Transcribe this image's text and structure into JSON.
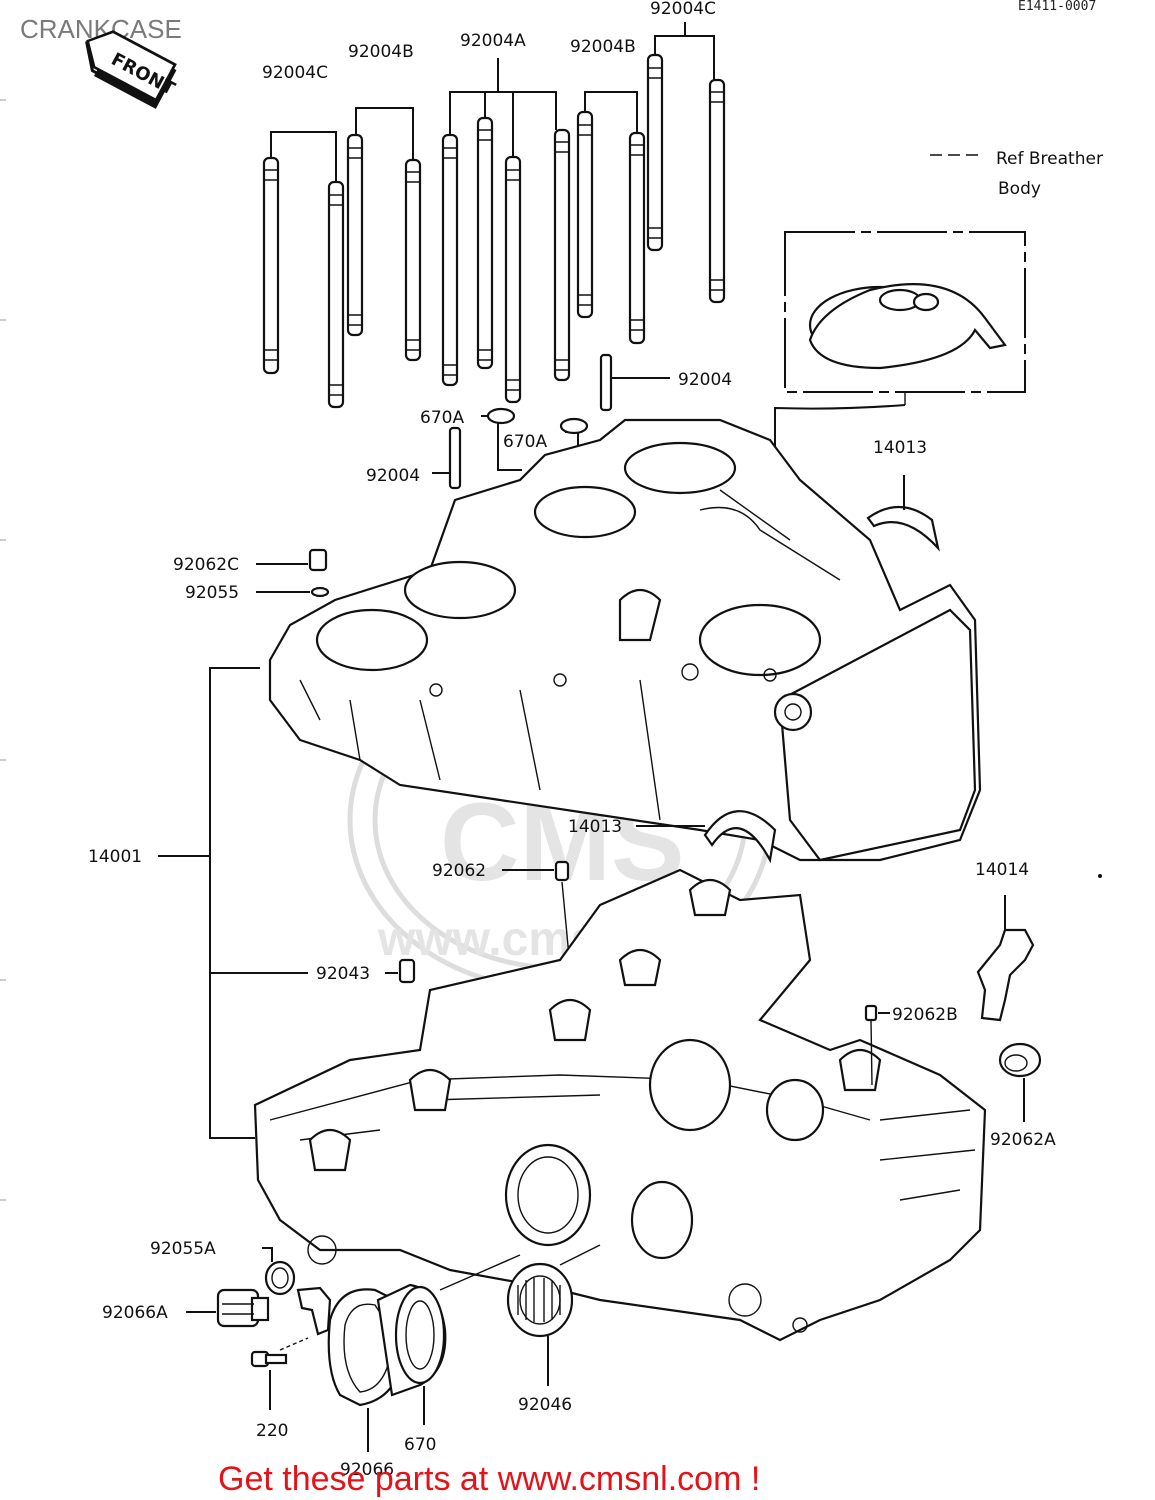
{
  "title": "CRANKCASE",
  "diagram_code": "E1411-0007",
  "front_badge": "FRONT",
  "breather_note": {
    "line1": "Ref Breather",
    "line2": "Body"
  },
  "watermark": {
    "brand": "CMS",
    "url": "www.cmsnl.com"
  },
  "promo_text": "Get these parts at www.cmsnl.com !",
  "labels": {
    "p92004C_left": "92004C",
    "p92004B_left": "92004B",
    "p92004A": "92004A",
    "p92004B_right": "92004B",
    "p92004C_right": "92004C",
    "p92004_right": "92004",
    "p670A_left": "670A",
    "p670A_mid": "670A",
    "p92004_left": "92004",
    "p14013_top": "14013",
    "p92062C": "92062C",
    "p92055": "92055",
    "p14001": "14001",
    "p14013_mid": "14013",
    "p92062": "92062",
    "p14014": "14014",
    "p92043": "92043",
    "p92062B": "92062B",
    "p92062A": "92062A",
    "p92055A": "92055A",
    "p92066A": "92066A",
    "p220": "220",
    "p92046": "92046",
    "p670": "670",
    "p92066": "92066"
  }
}
